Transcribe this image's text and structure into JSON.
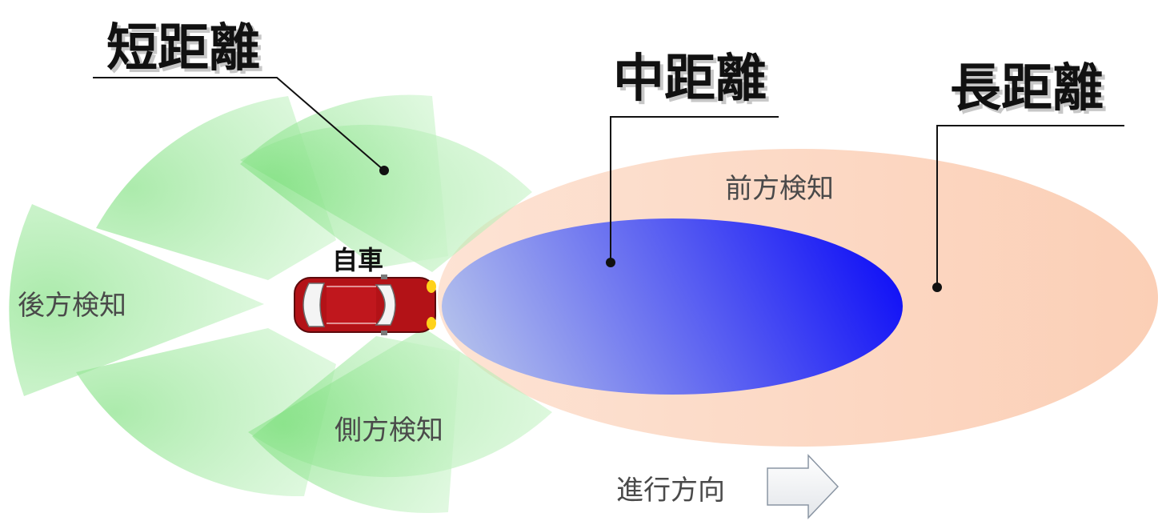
{
  "headings": {
    "short_range": "短距離",
    "mid_range": "中距離",
    "long_range": "長距離"
  },
  "zones": {
    "front": "前方検知",
    "rear": "後方検知",
    "side": "側方検知"
  },
  "vehicle": {
    "label": "自車"
  },
  "direction": {
    "label": "進行方向"
  },
  "colors": {
    "short_range_fill": "#bdf0bd",
    "mid_range_fill_light": "#aab8ee",
    "mid_range_fill_dark": "#1717f5",
    "long_range_fill": "#fbd3bd",
    "car_body": "#b31217",
    "arrow_fill": "#f2f3f5",
    "arrow_stroke": "#8a95a3"
  }
}
